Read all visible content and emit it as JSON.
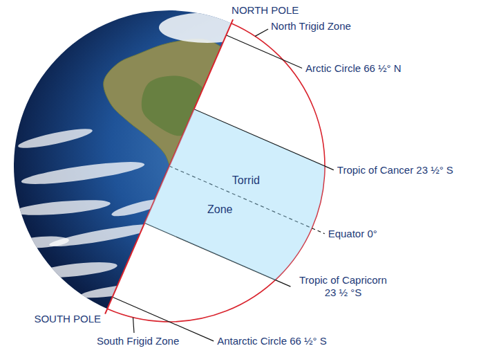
{
  "diagram": {
    "nodes": [
      {
        "text": [
          "Torrid",
          "Zone"
        ]
      }
    ],
    "labels": [
      "NORTH POLE",
      "North Trigid Zone",
      "Arctic Circle 66 ½° N",
      "Tropic of Cancer 23 ½° S",
      "Equator 0°",
      "Tropic of Capricorn 23 ½ °S",
      "SOUTH POLE",
      "South Frigid Zone",
      "Antarctic Circle 66 ½° S"
    ]
  }
}
